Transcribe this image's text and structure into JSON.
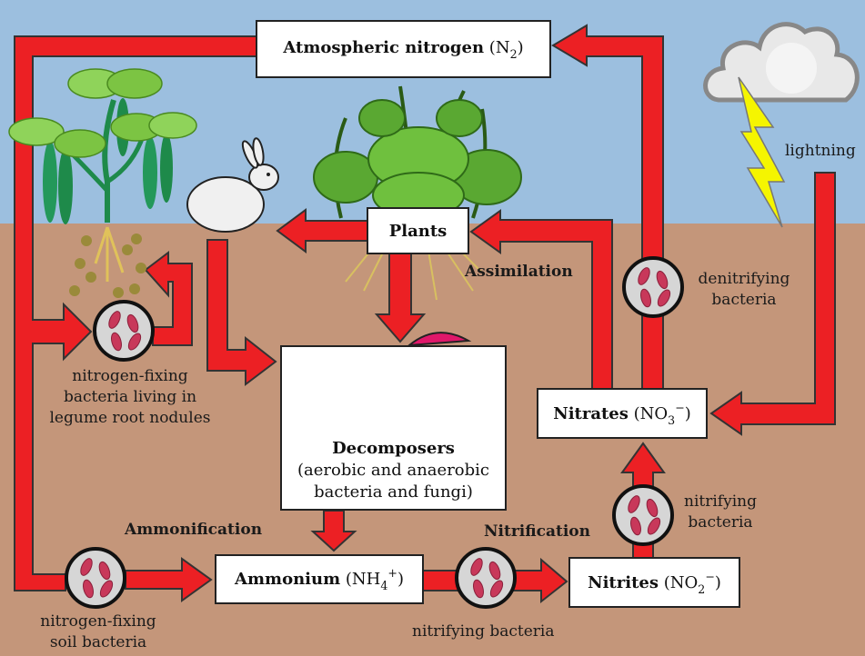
{
  "title": "Nitrogen cycle",
  "colors": {
    "sky": "#9cbfdf",
    "soil": "#c4967a",
    "arrow": "#ec2024",
    "bacteria_fill": "#d6d6d6",
    "bacteria_cell": "#c8385a"
  },
  "boxes": {
    "atmospheric": {
      "bold": "Atmospheric nitrogen",
      "formula": "(N",
      "sub": "2",
      "close": ")"
    },
    "plants": {
      "bold": "Plants"
    },
    "decomposers": {
      "bold": "Decomposers",
      "line2": "(aerobic and anaerobic",
      "line3": "bacteria and fungi)"
    },
    "ammonium": {
      "bold": "Ammonium",
      "formula": "(NH",
      "sub": "4",
      "sup": "+",
      "close": ")"
    },
    "nitrites": {
      "bold": "Nitrites",
      "formula": "(NO",
      "sub": "2",
      "sup": "−",
      "close": ")"
    },
    "nitrates": {
      "bold": "Nitrates",
      "formula": "(NO",
      "sub": "3",
      "sup": "−",
      "close": ")"
    }
  },
  "process_labels": {
    "assimilation": "Assimilation",
    "ammonification": "Ammonification",
    "nitrification": "Nitrification"
  },
  "labels": {
    "lightning": "lightning",
    "denitrifying": [
      "denitrifying",
      "bacteria"
    ],
    "nitrifying_upper": [
      "nitrifying",
      "bacteria"
    ],
    "nitrifying_lower": "nitrifying bacteria",
    "legume": [
      "nitrogen-fixing",
      "bacteria living in",
      "legume root nodules"
    ],
    "soil_bacteria": [
      "nitrogen-fixing",
      "soil bacteria"
    ]
  },
  "icons": [
    "legume-plant-icon",
    "rabbit-icon",
    "plant-icon",
    "mushroom-icon",
    "cloud-icon",
    "lightning-icon",
    "bacteria-icon"
  ]
}
